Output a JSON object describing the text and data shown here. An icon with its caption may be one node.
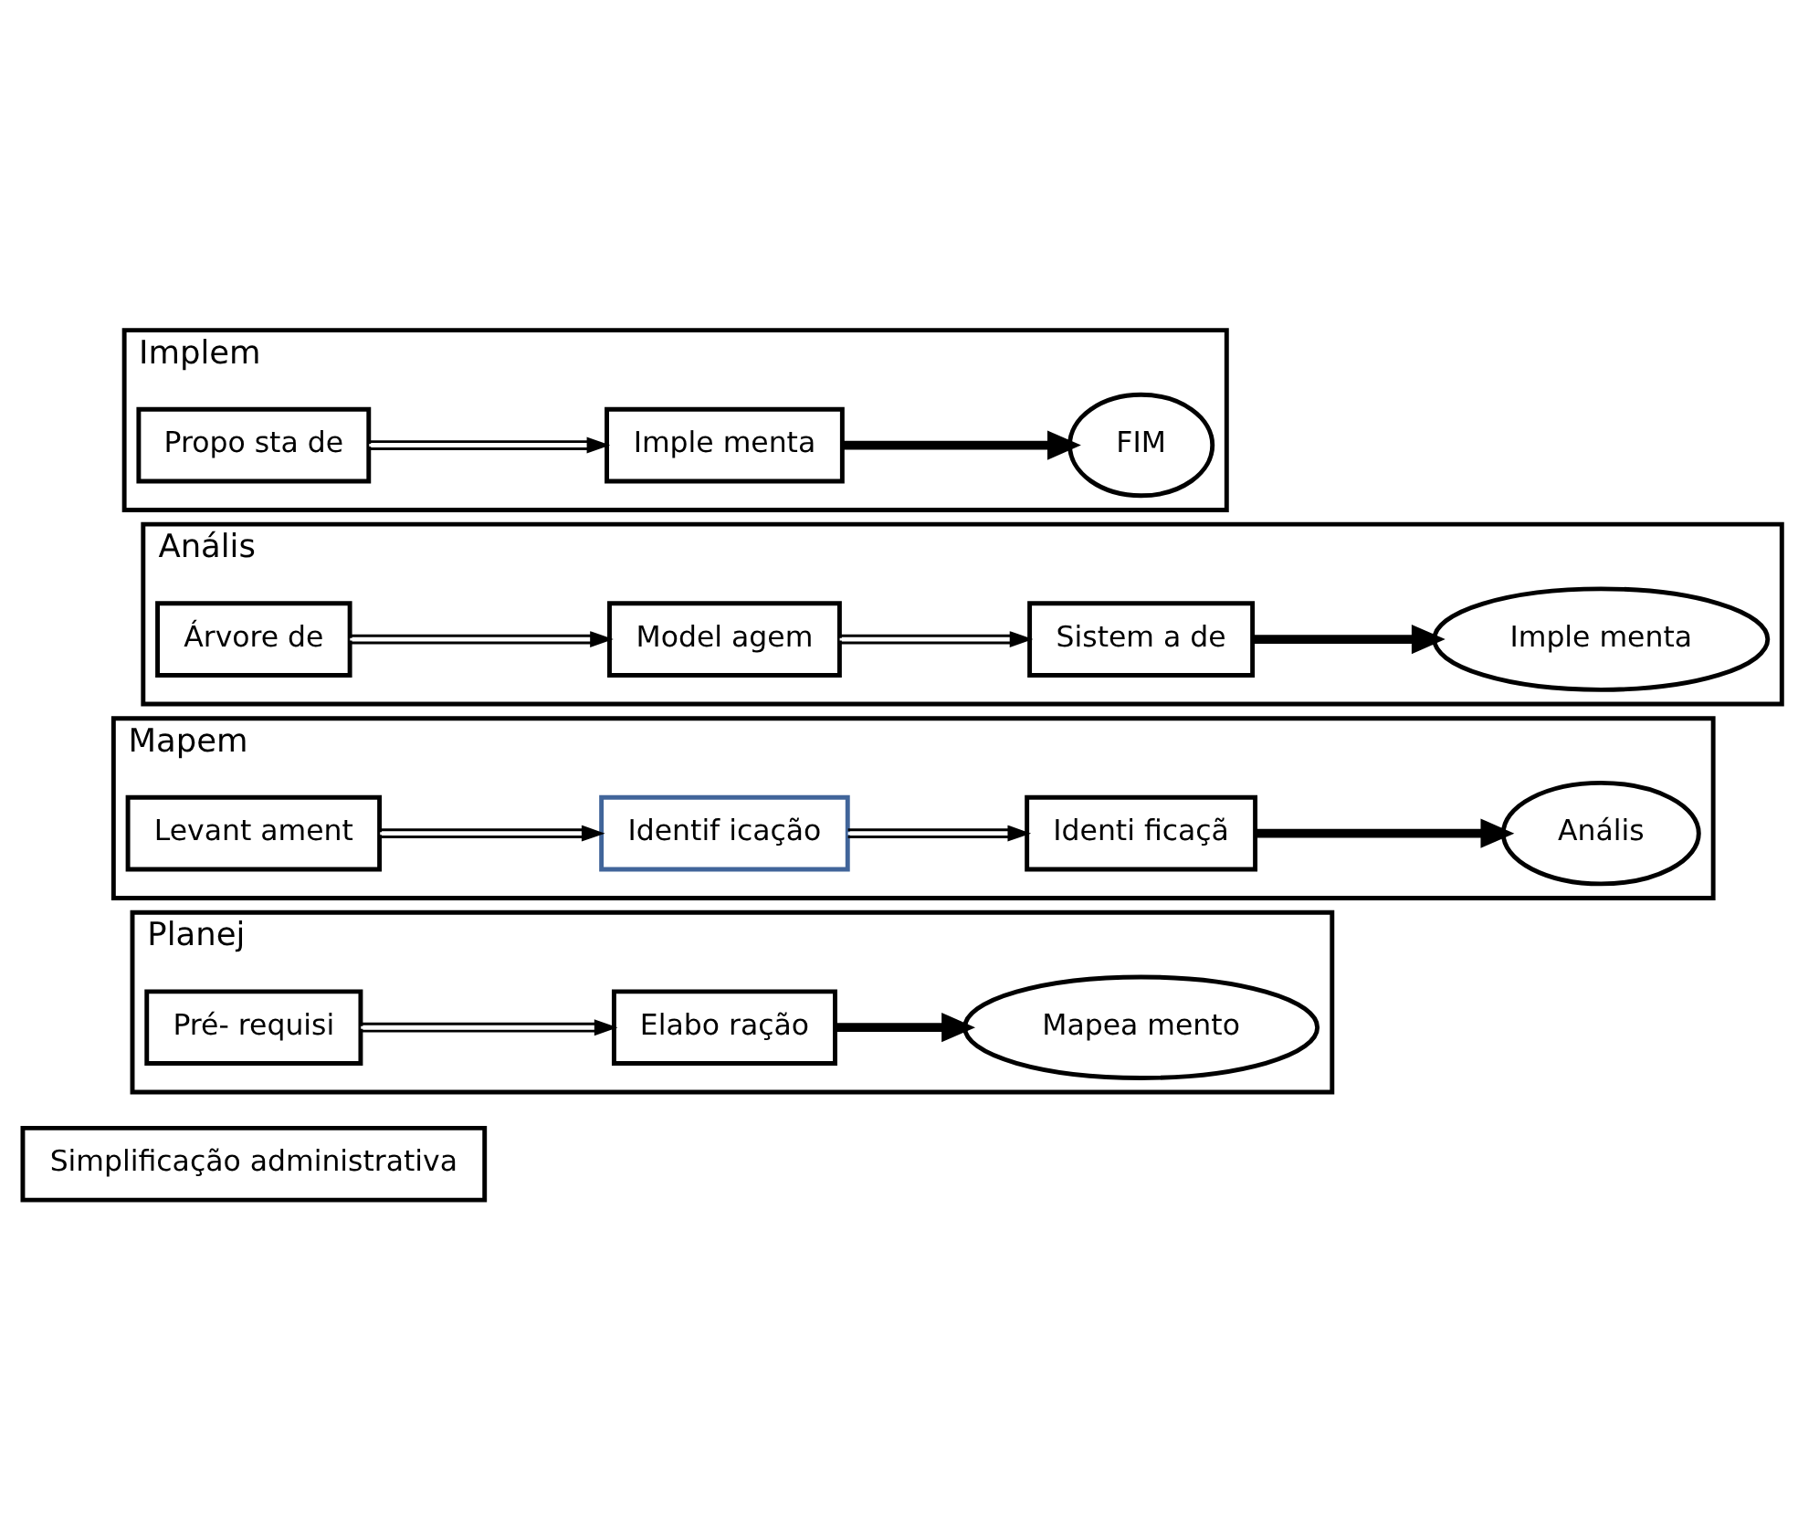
{
  "diagram": {
    "nodes": [
      {
        "text": [
          "Simplificação administrativa"
        ]
      },
      {
        "text": [
          "Planej"
        ]
      },
      {
        "text": [
          "Pré- requisi"
        ],
        "in": 1
      },
      {
        "text": [
          "Elabo ração"
        ],
        "in": 1
      },
      {
        "text": [
          "Mapea mento"
        ],
        "in": 1
      },
      {
        "text": [
          "Mapem"
        ]
      },
      {
        "text": [
          "Levant ament"
        ],
        "in": 5
      },
      {
        "text": [
          "Identif icação"
        ],
        "in": 5
      },
      {
        "text": [
          "Identi ficaçã"
        ],
        "in": 5
      },
      {
        "text": [
          "Anális"
        ],
        "in": 5
      },
      {
        "text": [
          "Anális"
        ]
      },
      {
        "text": [
          "Árvore de"
        ],
        "in": 10
      },
      {
        "text": [
          "Model agem"
        ],
        "in": 10
      },
      {
        "text": [
          "Sistem a de"
        ],
        "in": 10
      },
      {
        "text": [
          "Imple menta"
        ],
        "in": 10
      },
      {
        "text": [
          "Implem"
        ]
      },
      {
        "text": [
          "Propo sta de"
        ],
        "in": 15
      },
      {
        "text": [
          "Imple menta"
        ],
        "in": 15
      },
      {
        "text": [
          "FIM"
        ],
        "in": 15
      }
    ],
    "edges": [
      {
        "from": 2,
        "to": 3,
        "arrow": "to"
      },
      {
        "from": 3,
        "to": 4,
        "arrow": "to",
        "style": "thick"
      },
      {
        "from": 6,
        "to": 7,
        "arrow": "to"
      },
      {
        "from": 7,
        "to": 8,
        "arrow": "to"
      },
      {
        "from": 8,
        "to": 9,
        "arrow": "to",
        "style": "thick"
      },
      {
        "from": 11,
        "to": 12,
        "arrow": "to"
      },
      {
        "from": 12,
        "to": 13,
        "arrow": "to"
      },
      {
        "from": 13,
        "to": 14,
        "arrow": "to",
        "style": "thick"
      },
      {
        "from": 16,
        "to": 17,
        "arrow": "to"
      },
      {
        "from": 17,
        "to": 18,
        "arrow": "to",
        "style": "thick"
      }
    ]
  }
}
